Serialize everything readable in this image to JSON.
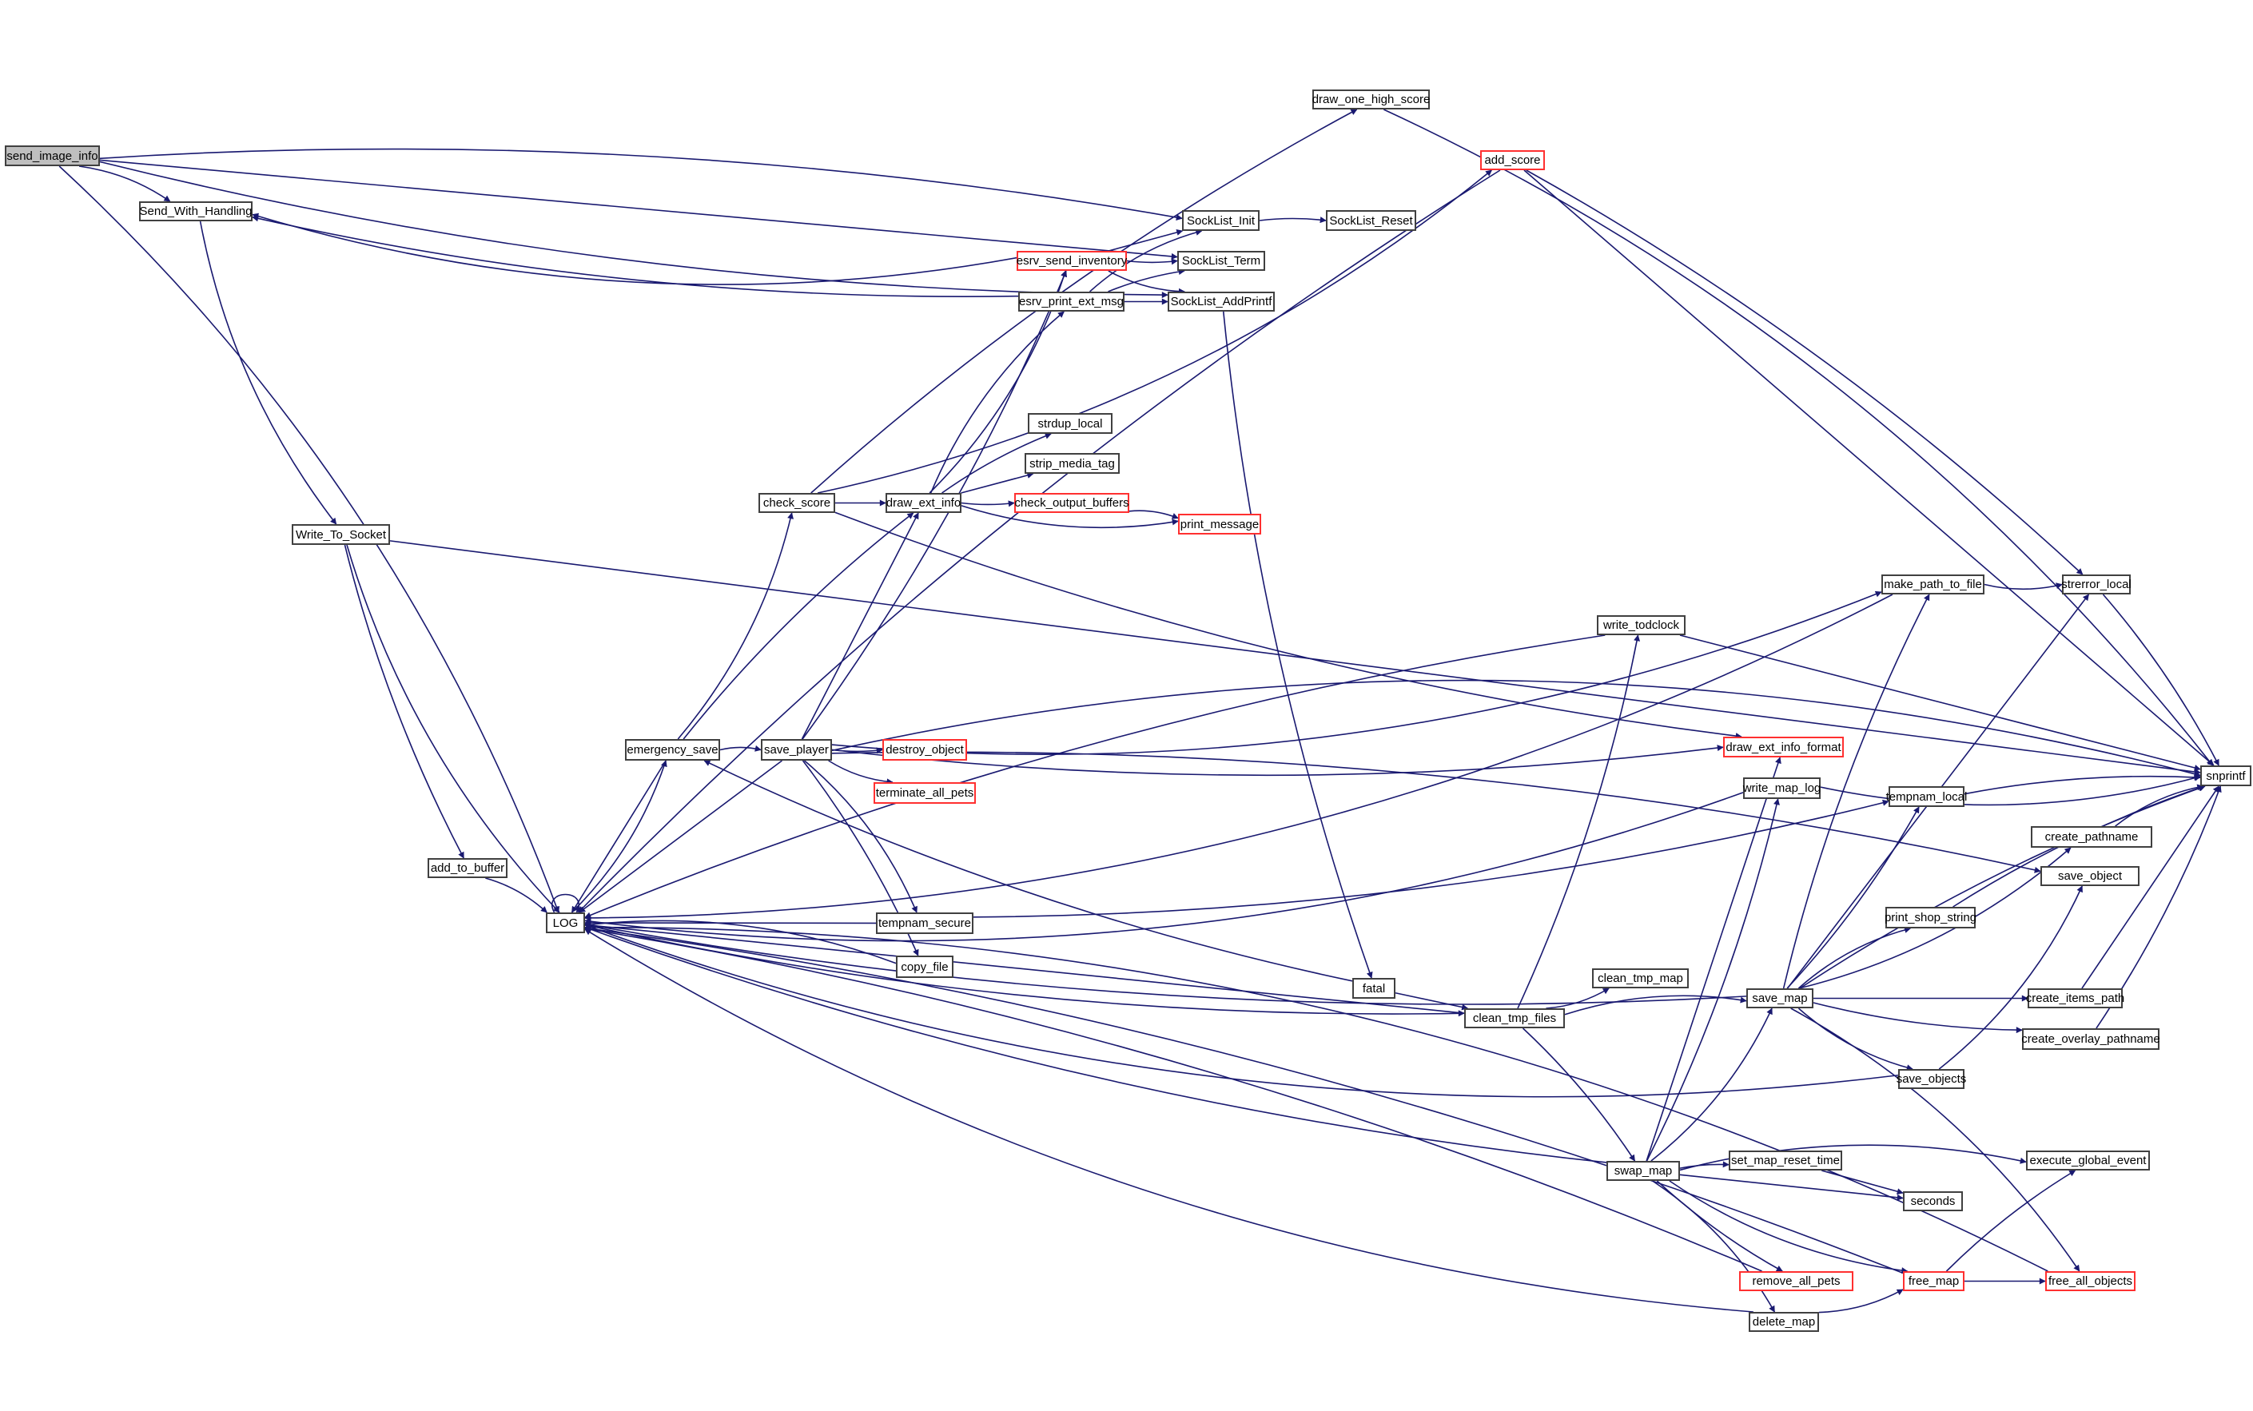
{
  "graph": {
    "type": "call-graph",
    "root": "send_image_info",
    "colors": {
      "edge": "#191970",
      "border": "#404040",
      "truncated_border": "#ff3030",
      "root_fill": "#bfbfbf"
    },
    "nodes": [
      {
        "id": "send_image_info",
        "label": "send_image_info",
        "style": "root"
      },
      {
        "id": "Send_With_Handling",
        "label": "Send_With_Handling",
        "style": "normal"
      },
      {
        "id": "draw_one_high_score",
        "label": "draw_one_high_score",
        "style": "normal"
      },
      {
        "id": "add_score",
        "label": "add_score",
        "style": "truncated"
      },
      {
        "id": "SockList_Init",
        "label": "SockList_Init",
        "style": "normal"
      },
      {
        "id": "SockList_Reset",
        "label": "SockList_Reset",
        "style": "normal"
      },
      {
        "id": "esrv_send_inventory",
        "label": "esrv_send_inventory",
        "style": "truncated"
      },
      {
        "id": "SockList_Term",
        "label": "SockList_Term",
        "style": "normal"
      },
      {
        "id": "esrv_print_ext_msg",
        "label": "esrv_print_ext_msg",
        "style": "normal"
      },
      {
        "id": "SockList_AddPrintf",
        "label": "SockList_AddPrintf",
        "style": "normal"
      },
      {
        "id": "strdup_local",
        "label": "strdup_local",
        "style": "normal"
      },
      {
        "id": "strip_media_tag",
        "label": "strip_media_tag",
        "style": "normal"
      },
      {
        "id": "check_score",
        "label": "check_score",
        "style": "normal"
      },
      {
        "id": "draw_ext_info",
        "label": "draw_ext_info",
        "style": "normal"
      },
      {
        "id": "check_output_buffers",
        "label": "check_output_buffers",
        "style": "truncated"
      },
      {
        "id": "print_message",
        "label": "print_message",
        "style": "truncated"
      },
      {
        "id": "Write_To_Socket",
        "label": "Write_To_Socket",
        "style": "normal"
      },
      {
        "id": "make_path_to_file",
        "label": "make_path_to_file",
        "style": "normal"
      },
      {
        "id": "strerror_local",
        "label": "strerror_local",
        "style": "normal"
      },
      {
        "id": "write_todclock",
        "label": "write_todclock",
        "style": "normal"
      },
      {
        "id": "emergency_save",
        "label": "emergency_save",
        "style": "normal"
      },
      {
        "id": "save_player",
        "label": "save_player",
        "style": "normal"
      },
      {
        "id": "destroy_object",
        "label": "destroy_object",
        "style": "truncated"
      },
      {
        "id": "terminate_all_pets",
        "label": "terminate_all_pets",
        "style": "truncated"
      },
      {
        "id": "draw_ext_info_format",
        "label": "draw_ext_info_format",
        "style": "truncated"
      },
      {
        "id": "write_map_log",
        "label": "write_map_log",
        "style": "normal"
      },
      {
        "id": "snprintf",
        "label": "snprintf",
        "style": "normal"
      },
      {
        "id": "tempnam_local",
        "label": "tempnam_local",
        "style": "normal"
      },
      {
        "id": "create_pathname",
        "label": "create_pathname",
        "style": "normal"
      },
      {
        "id": "save_object",
        "label": "save_object",
        "style": "normal"
      },
      {
        "id": "add_to_buffer",
        "label": "add_to_buffer",
        "style": "normal"
      },
      {
        "id": "LOG",
        "label": "LOG",
        "style": "normal"
      },
      {
        "id": "tempnam_secure",
        "label": "tempnam_secure",
        "style": "normal"
      },
      {
        "id": "print_shop_string",
        "label": "print_shop_string",
        "style": "normal"
      },
      {
        "id": "copy_file",
        "label": "copy_file",
        "style": "normal"
      },
      {
        "id": "clean_tmp_map",
        "label": "clean_tmp_map",
        "style": "normal"
      },
      {
        "id": "fatal",
        "label": "fatal",
        "style": "normal"
      },
      {
        "id": "clean_tmp_files",
        "label": "clean_tmp_files",
        "style": "normal"
      },
      {
        "id": "save_map",
        "label": "save_map",
        "style": "normal"
      },
      {
        "id": "create_items_path",
        "label": "create_items_path",
        "style": "normal"
      },
      {
        "id": "create_overlay_pathname",
        "label": "create_overlay_pathname",
        "style": "normal"
      },
      {
        "id": "save_objects",
        "label": "save_objects",
        "style": "normal"
      },
      {
        "id": "execute_global_event",
        "label": "execute_global_event",
        "style": "normal"
      },
      {
        "id": "swap_map",
        "label": "swap_map",
        "style": "normal"
      },
      {
        "id": "set_map_reset_time",
        "label": "set_map_reset_time",
        "style": "normal"
      },
      {
        "id": "seconds",
        "label": "seconds",
        "style": "normal"
      },
      {
        "id": "remove_all_pets",
        "label": "remove_all_pets",
        "style": "truncated"
      },
      {
        "id": "free_map",
        "label": "free_map",
        "style": "truncated"
      },
      {
        "id": "free_all_objects",
        "label": "free_all_objects",
        "style": "truncated"
      },
      {
        "id": "delete_map",
        "label": "delete_map",
        "style": "normal"
      }
    ],
    "edges": [
      [
        "send_image_info",
        "Send_With_Handling"
      ],
      [
        "send_image_info",
        "SockList_Init"
      ],
      [
        "send_image_info",
        "SockList_Term"
      ],
      [
        "send_image_info",
        "SockList_AddPrintf"
      ],
      [
        "Send_With_Handling",
        "Write_To_Socket"
      ],
      [
        "esrv_send_inventory",
        "Send_With_Handling"
      ],
      [
        "esrv_print_ext_msg",
        "Send_With_Handling"
      ],
      [
        "Write_To_Socket",
        "snprintf"
      ],
      [
        "Write_To_Socket",
        "add_to_buffer"
      ],
      [
        "Write_To_Socket",
        "LOG"
      ],
      [
        "add_to_buffer",
        "LOG"
      ],
      [
        "SockList_Init",
        "SockList_Reset"
      ],
      [
        "esrv_send_inventory",
        "SockList_Init"
      ],
      [
        "esrv_send_inventory",
        "SockList_Term"
      ],
      [
        "esrv_send_inventory",
        "SockList_AddPrintf"
      ],
      [
        "esrv_print_ext_msg",
        "SockList_Init"
      ],
      [
        "esrv_print_ext_msg",
        "SockList_Term"
      ],
      [
        "esrv_print_ext_msg",
        "SockList_AddPrintf"
      ],
      [
        "SockList_AddPrintf",
        "fatal"
      ],
      [
        "draw_ext_info",
        "esrv_send_inventory"
      ],
      [
        "draw_ext_info",
        "esrv_print_ext_msg"
      ],
      [
        "draw_ext_info",
        "strdup_local"
      ],
      [
        "draw_ext_info",
        "strip_media_tag"
      ],
      [
        "draw_ext_info",
        "check_output_buffers"
      ],
      [
        "draw_ext_info",
        "print_message"
      ],
      [
        "check_output_buffers",
        "print_message"
      ],
      [
        "check_score",
        "draw_one_high_score"
      ],
      [
        "check_score",
        "draw_ext_info"
      ],
      [
        "check_score",
        "draw_ext_info_format"
      ],
      [
        "check_score",
        "add_score"
      ],
      [
        "draw_one_high_score",
        "snprintf"
      ],
      [
        "add_score",
        "strerror_local"
      ],
      [
        "add_score",
        "snprintf"
      ],
      [
        "add_score",
        "LOG"
      ],
      [
        "emergency_save",
        "check_score"
      ],
      [
        "emergency_save",
        "save_player"
      ],
      [
        "emergency_save",
        "draw_ext_info"
      ],
      [
        "emergency_save",
        "LOG"
      ],
      [
        "save_player",
        "destroy_object"
      ],
      [
        "save_player",
        "terminate_all_pets"
      ],
      [
        "save_player",
        "tempnam_secure"
      ],
      [
        "save_player",
        "copy_file"
      ],
      [
        "save_player",
        "draw_ext_info"
      ],
      [
        "save_player",
        "draw_ext_info_format"
      ],
      [
        "save_player",
        "make_path_to_file"
      ],
      [
        "save_player",
        "snprintf"
      ],
      [
        "save_player",
        "save_object"
      ],
      [
        "save_player",
        "LOG"
      ],
      [
        "save_player",
        "esrv_send_inventory"
      ],
      [
        "make_path_to_file",
        "strerror_local"
      ],
      [
        "make_path_to_file",
        "LOG"
      ],
      [
        "strerror_local",
        "snprintf"
      ],
      [
        "write_todclock",
        "snprintf"
      ],
      [
        "write_todclock",
        "LOG"
      ],
      [
        "write_map_log",
        "snprintf"
      ],
      [
        "write_map_log",
        "LOG"
      ],
      [
        "tempnam_local",
        "snprintf"
      ],
      [
        "tempnam_secure",
        "LOG"
      ],
      [
        "tempnam_secure",
        "tempnam_local"
      ],
      [
        "copy_file",
        "LOG"
      ],
      [
        "create_pathname",
        "snprintf"
      ],
      [
        "print_shop_string",
        "snprintf"
      ],
      [
        "create_items_path",
        "snprintf"
      ],
      [
        "create_overlay_pathname",
        "snprintf"
      ],
      [
        "save_objects",
        "save_object"
      ],
      [
        "save_objects",
        "LOG"
      ],
      [
        "fatal",
        "emergency_save"
      ],
      [
        "fatal",
        "clean_tmp_files"
      ],
      [
        "clean_tmp_files",
        "write_todclock"
      ],
      [
        "clean_tmp_files",
        "clean_tmp_map"
      ],
      [
        "clean_tmp_files",
        "save_map"
      ],
      [
        "clean_tmp_files",
        "swap_map"
      ],
      [
        "clean_tmp_files",
        "LOG"
      ],
      [
        "LOG",
        "clean_tmp_files"
      ],
      [
        "LOG",
        "emergency_save"
      ],
      [
        "LOG",
        "LOG"
      ],
      [
        "save_map",
        "make_path_to_file"
      ],
      [
        "save_map",
        "strerror_local"
      ],
      [
        "save_map",
        "tempnam_local"
      ],
      [
        "save_map",
        "create_pathname"
      ],
      [
        "save_map",
        "print_shop_string"
      ],
      [
        "save_map",
        "snprintf"
      ],
      [
        "save_map",
        "create_items_path"
      ],
      [
        "save_map",
        "create_overlay_pathname"
      ],
      [
        "save_map",
        "save_objects"
      ],
      [
        "save_map",
        "free_all_objects"
      ],
      [
        "save_map",
        "LOG"
      ],
      [
        "swap_map",
        "draw_ext_info_format"
      ],
      [
        "swap_map",
        "write_map_log"
      ],
      [
        "swap_map",
        "save_map"
      ],
      [
        "swap_map",
        "execute_global_event"
      ],
      [
        "swap_map",
        "set_map_reset_time"
      ],
      [
        "swap_map",
        "seconds"
      ],
      [
        "swap_map",
        "remove_all_pets"
      ],
      [
        "swap_map",
        "free_map"
      ],
      [
        "swap_map",
        "delete_map"
      ],
      [
        "swap_map",
        "LOG"
      ],
      [
        "set_map_reset_time",
        "seconds"
      ],
      [
        "remove_all_pets",
        "LOG"
      ],
      [
        "delete_map",
        "free_map"
      ],
      [
        "delete_map",
        "LOG"
      ],
      [
        "free_map",
        "execute_global_event"
      ],
      [
        "free_map",
        "free_all_objects"
      ],
      [
        "free_map",
        "LOG"
      ],
      [
        "free_all_objects",
        "LOG"
      ],
      [
        "send_image_info",
        "LOG"
      ]
    ]
  }
}
